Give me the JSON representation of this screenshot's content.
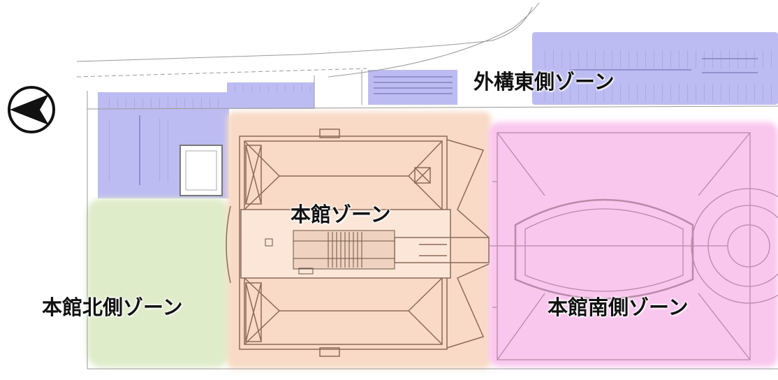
{
  "map": {
    "zones": {
      "east_exterior": {
        "label": "外構東側ゾーン",
        "color": "#bcbcf2"
      },
      "main": {
        "label": "本館ゾーン",
        "color": "#f8dac6"
      },
      "north": {
        "label": "本館北側ゾーン",
        "color": "#dfecca"
      },
      "south": {
        "label": "本館南側ゾーン",
        "color": "#f9c6ee"
      }
    },
    "compass": {
      "icon": "north-arrow-icon",
      "points": "left"
    },
    "line_color": "#9a9a9a"
  }
}
